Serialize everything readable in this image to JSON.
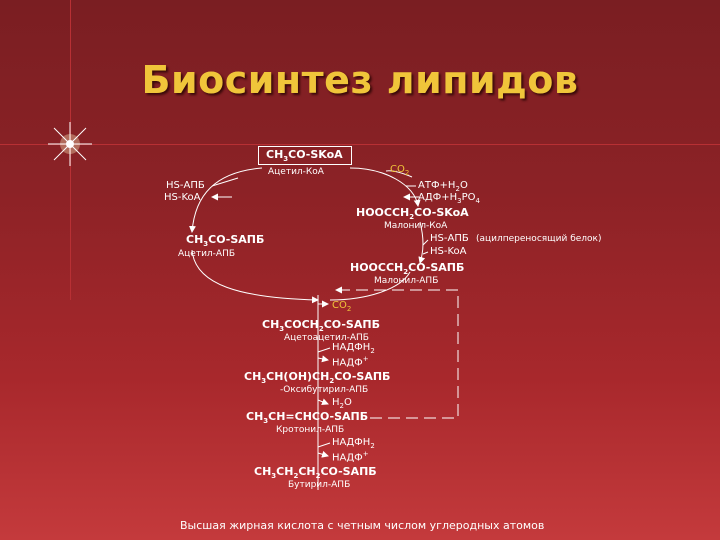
{
  "title": "Биосинтез липидов",
  "diagram": {
    "acetyl_coa": "CH3CO-SKoA",
    "acetyl_coa_name": "Ацетил-КоА",
    "hs_apb_left": "HS-АПБ",
    "hs_koa_left": "HS-KoA",
    "co2_top": "CO2",
    "atp_h2o": "АТФ+H2O",
    "adp_h3po4": "АДФ+H3PO4",
    "malonyl_coa": "HOOCCH2CO-SKoA",
    "malonyl_coa_name": "Малонил-КоА",
    "acetyl_apb": "CH3CO-SАПБ",
    "acetyl_apb_name": "Ацетил-АПБ",
    "hs_apb_right": "HS-АПБ",
    "acyl_carrier_note": "(ацилпереносящий белок)",
    "hs_koa_right": "HS-KoA",
    "malonyl_apb": "HOOCCH2CO-SАПБ",
    "malonyl_apb_name": "Малонил-АПБ",
    "co2_mid": "CO2",
    "acetoacetyl_apb": "CH3COCH2CO-SАПБ",
    "acetoacetyl_apb_name": "Ацетоацетил-АПБ",
    "nadph_1": "НАДФH2",
    "nadp_1": "НАДФ+",
    "hydroxybutyryl_apb": "CH3CH(OH)CH2CO-SАПБ",
    "hydroxybutyryl_apb_name": "-Оксибутирил-АПБ",
    "water": "H2O",
    "crotonyl_apb": "CH3CH=CHCO-SАПБ",
    "crotonyl_apb_name": "Кротонил-АПБ",
    "nadph_2": "НАДФH2",
    "nadp_2": "НАДФ+",
    "butyryl_apb": "CH3CH2CH2CO-SАПБ",
    "butyryl_apb_name": "Бутирил-АПБ",
    "footer": "Высшая жирная кислота с четным числом углеродных атомов"
  },
  "colors": {
    "title": "#f0c53a",
    "text": "#ffffff",
    "background_top": "#7a1e22",
    "background_bottom": "#c43a3c"
  }
}
